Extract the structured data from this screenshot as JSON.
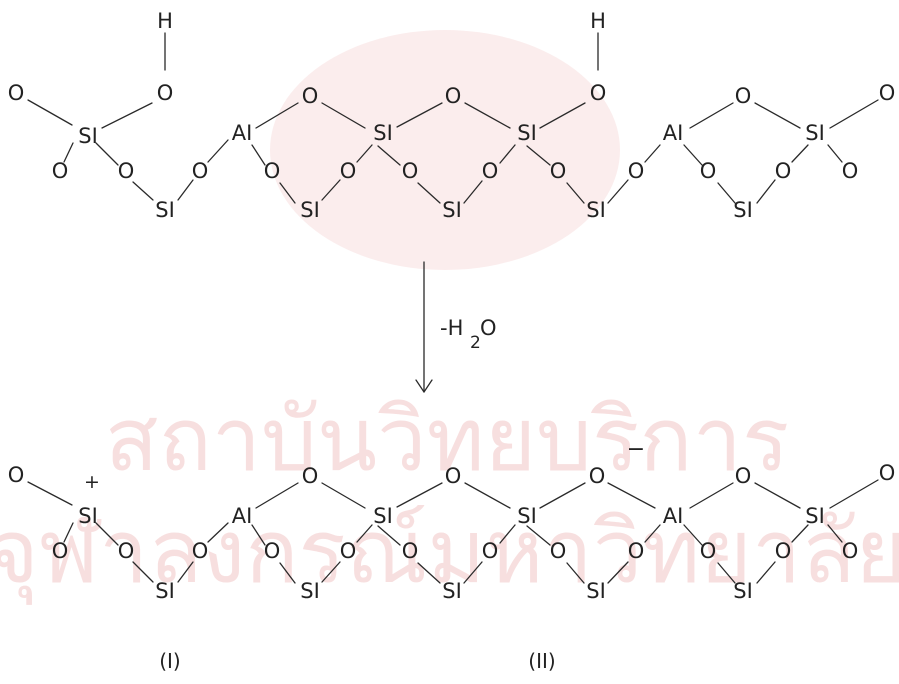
{
  "watermark": {
    "line1": "สถาบันวิทยบริการ",
    "line2": "จุฬาลงกรณ์มหาวิทยาลัย",
    "color": "#f2c6c6"
  },
  "top_structure": {
    "atoms": [
      {
        "id": "h1",
        "label": "H"
      },
      {
        "id": "o_h1",
        "label": "O"
      },
      {
        "id": "h2",
        "label": "H"
      },
      {
        "id": "o_h2",
        "label": "O"
      },
      {
        "id": "o_l",
        "label": "O"
      },
      {
        "id": "si1",
        "label": "SI"
      },
      {
        "id": "o_a",
        "label": "O"
      },
      {
        "id": "o_b",
        "label": "O"
      },
      {
        "id": "si_b1",
        "label": "SI"
      },
      {
        "id": "o_c",
        "label": "O"
      },
      {
        "id": "al1",
        "label": "AI"
      },
      {
        "id": "o_d",
        "label": "O"
      },
      {
        "id": "si_b2",
        "label": "SI"
      },
      {
        "id": "o_e",
        "label": "O"
      },
      {
        "id": "o_t1",
        "label": "O"
      },
      {
        "id": "si2",
        "label": "SI"
      },
      {
        "id": "o_f",
        "label": "O"
      },
      {
        "id": "si_b3",
        "label": "SI"
      },
      {
        "id": "o_g",
        "label": "O"
      },
      {
        "id": "o_t2",
        "label": "O"
      },
      {
        "id": "si3",
        "label": "SI"
      },
      {
        "id": "o_h",
        "label": "O"
      },
      {
        "id": "si_b4",
        "label": "SI"
      },
      {
        "id": "o_i",
        "label": "O"
      },
      {
        "id": "al2",
        "label": "AI"
      },
      {
        "id": "o_j",
        "label": "O"
      },
      {
        "id": "si_b5",
        "label": "SI"
      },
      {
        "id": "o_k",
        "label": "O"
      },
      {
        "id": "o_t3",
        "label": "O"
      },
      {
        "id": "si4",
        "label": "SI"
      },
      {
        "id": "o_r",
        "label": "O"
      },
      {
        "id": "o_r2",
        "label": "O"
      }
    ]
  },
  "arrow": {
    "label_main": "-H",
    "label_sub": "2",
    "label_tail": "O"
  },
  "bottom_structure": {
    "atoms": [
      {
        "id": "o_l",
        "label": "O"
      },
      {
        "id": "plus",
        "label": "+"
      },
      {
        "id": "si1",
        "label": "SI"
      },
      {
        "id": "o_a",
        "label": "O"
      },
      {
        "id": "o_b",
        "label": "O"
      },
      {
        "id": "si_b1",
        "label": "SI"
      },
      {
        "id": "o_c",
        "label": "O"
      },
      {
        "id": "al1",
        "label": "AI"
      },
      {
        "id": "o_d",
        "label": "O"
      },
      {
        "id": "si_b2",
        "label": "SI"
      },
      {
        "id": "o_e",
        "label": "O"
      },
      {
        "id": "o_t1",
        "label": "O"
      },
      {
        "id": "si2",
        "label": "SI"
      },
      {
        "id": "o_f",
        "label": "O"
      },
      {
        "id": "si_b3",
        "label": "SI"
      },
      {
        "id": "o_g",
        "label": "O"
      },
      {
        "id": "o_t2",
        "label": "O"
      },
      {
        "id": "si3",
        "label": "SI"
      },
      {
        "id": "o_t3",
        "label": "O"
      },
      {
        "id": "minus",
        "label": "−"
      },
      {
        "id": "o_h",
        "label": "O"
      },
      {
        "id": "si_b4",
        "label": "SI"
      },
      {
        "id": "o_i",
        "label": "O"
      },
      {
        "id": "al2",
        "label": "AI"
      },
      {
        "id": "o_j",
        "label": "O"
      },
      {
        "id": "si_b5",
        "label": "SI"
      },
      {
        "id": "o_k",
        "label": "O"
      },
      {
        "id": "o_t4",
        "label": "O"
      },
      {
        "id": "si4",
        "label": "SI"
      },
      {
        "id": "o_r",
        "label": "O"
      },
      {
        "id": "o_r2",
        "label": "O"
      }
    ]
  },
  "labels": {
    "left": "(I)",
    "right": "(II)"
  }
}
